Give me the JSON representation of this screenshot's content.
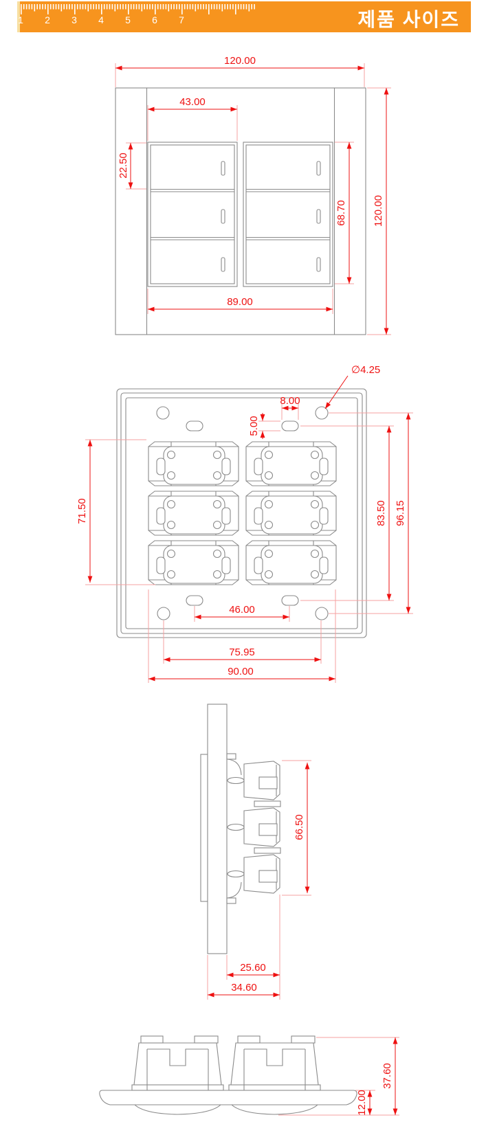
{
  "header": {
    "title": "제품 사이즈",
    "bar_color": "#F7941E",
    "text_color": "#FFFFFF",
    "ruler_numbers": [
      "1",
      "2",
      "3",
      "4",
      "5",
      "6",
      "7"
    ]
  },
  "colors": {
    "dimension": "#EE1111",
    "extension": "#F5A0A0",
    "geometry": "#8A8A8A"
  },
  "views": {
    "front": {
      "dims": {
        "plate_width_top": "120.00",
        "button_width": "43.00",
        "button_height": "22.50",
        "button_area_height": "68.70",
        "buttons_total_width": "89.00",
        "plate_height_right": "120.00"
      }
    },
    "back": {
      "dims": {
        "hole_diameter": "∅4.25",
        "slot_width": "8.00",
        "slot_height": "5.00",
        "module_area_height": "71.50",
        "slot_vertical_span": "83.50",
        "hole_vertical_span": "96.15",
        "slot_horizontal_span": "46.00",
        "hole_horizontal_span": "75.95",
        "module_area_width": "90.00"
      }
    },
    "side": {
      "dims": {
        "module_height": "66.50",
        "module_depth": "25.60",
        "total_depth": "34.60"
      }
    },
    "bottom": {
      "dims": {
        "total_depth": "37.60",
        "plate_depth": "12.00"
      }
    }
  }
}
